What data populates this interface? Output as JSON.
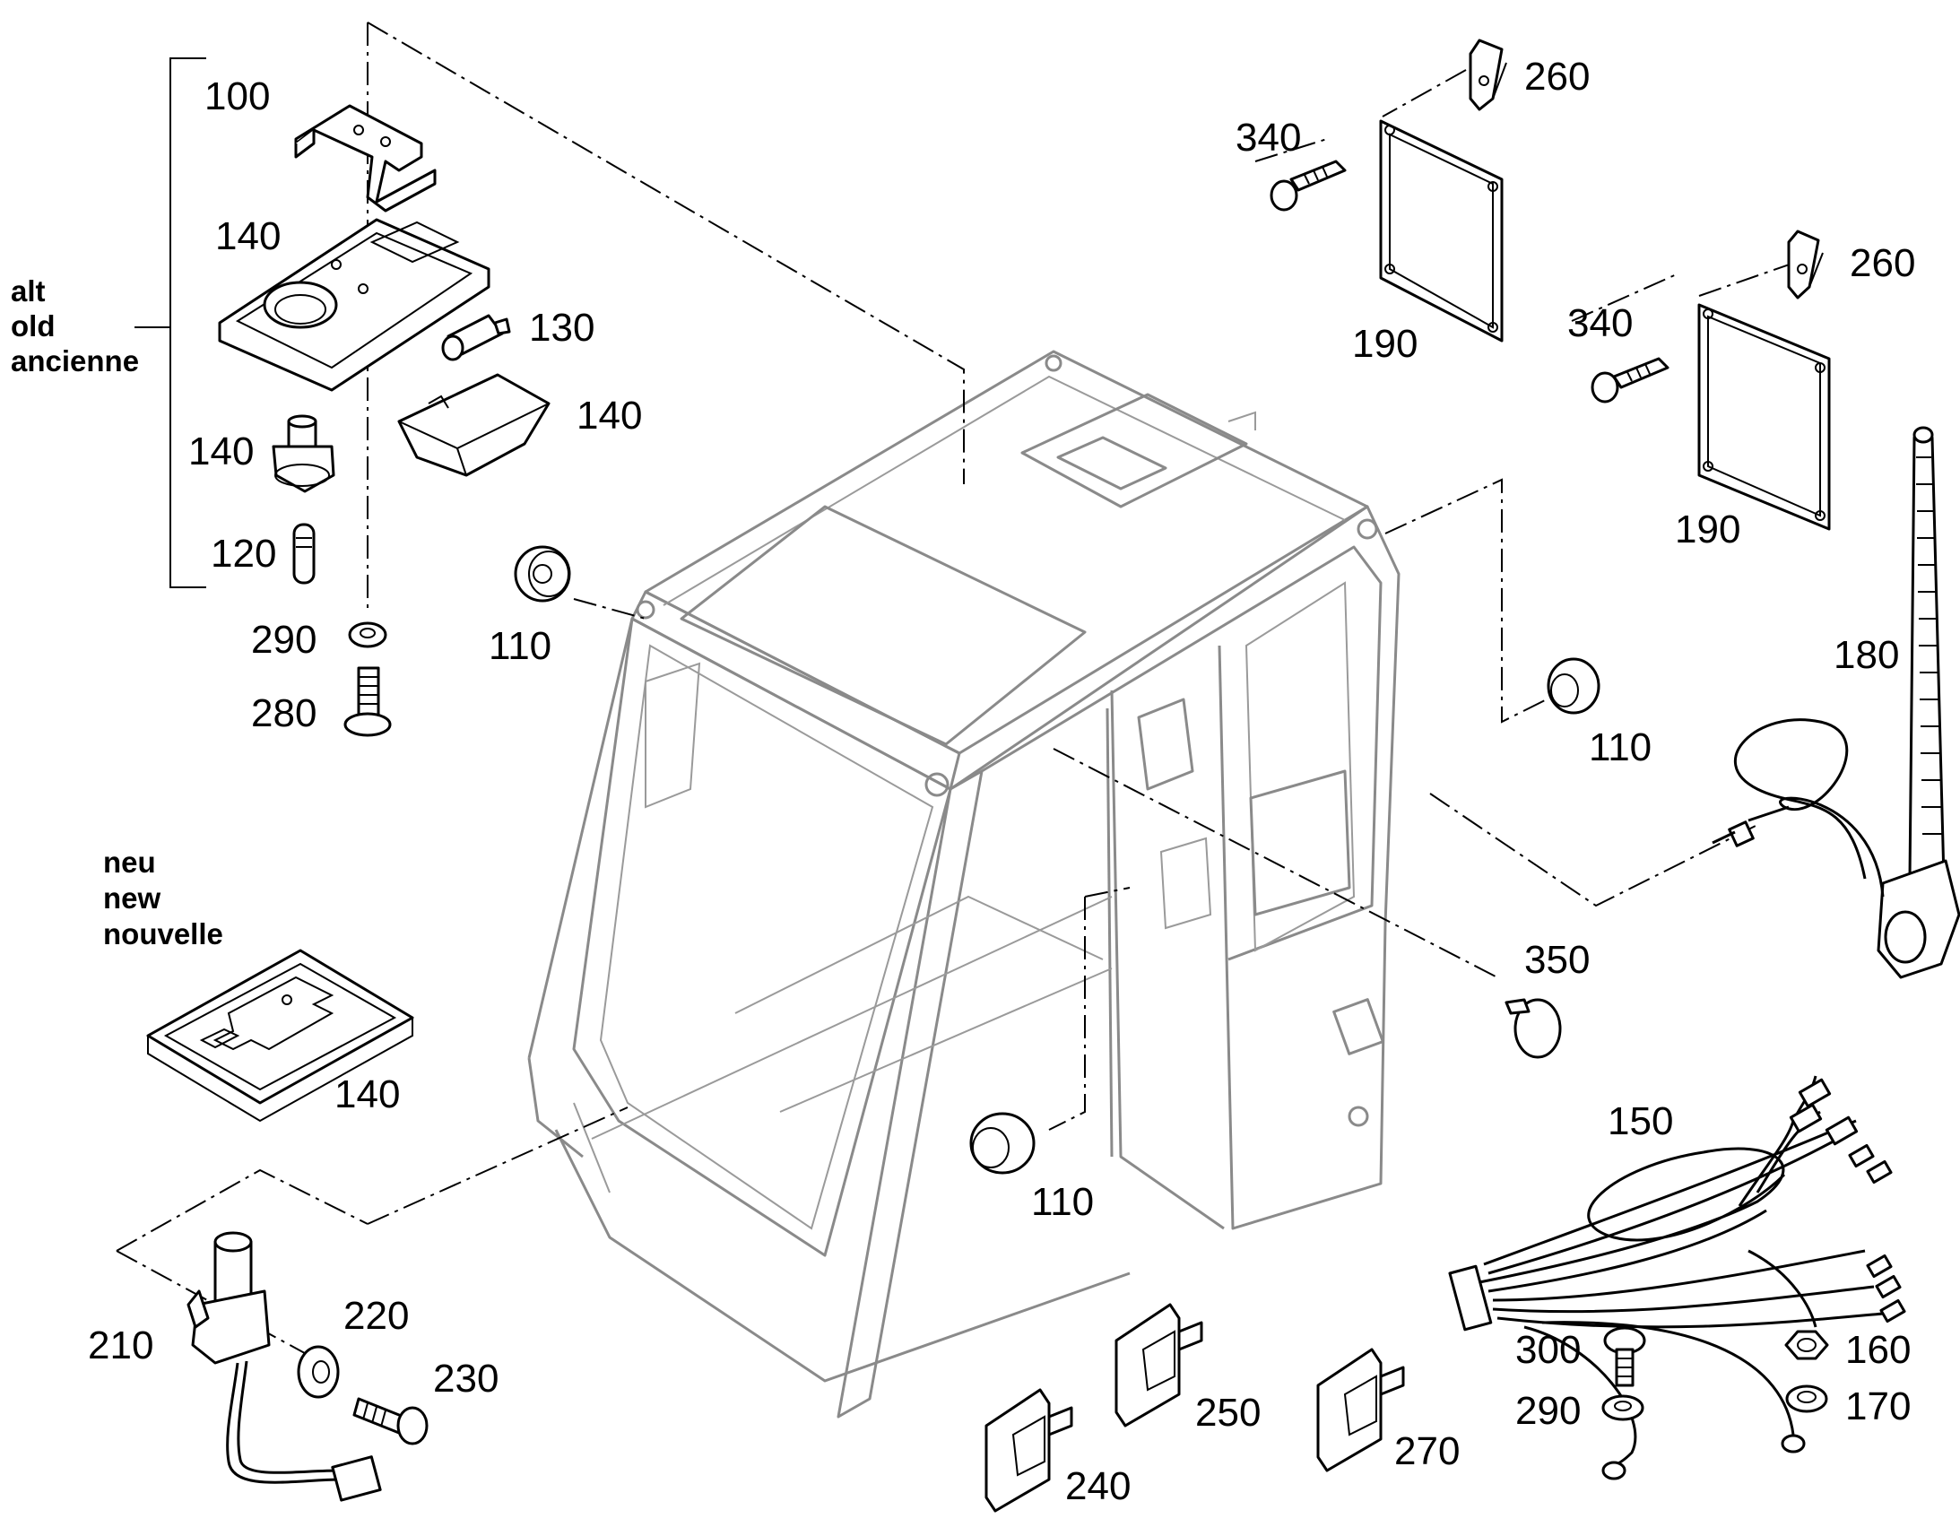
{
  "variant_notes": {
    "old": [
      "alt",
      "old",
      "ancienne"
    ],
    "new": [
      "neu",
      "new",
      "nouvelle"
    ]
  },
  "part_labels": {
    "p100": "100",
    "p140_lens": "140",
    "p130": "130",
    "p140_cover": "140",
    "p140_switch": "140",
    "p120": "120",
    "p290_top": "290",
    "p280": "280",
    "p110_left": "110",
    "p110_right": "110",
    "p110_bottom": "110",
    "p340_top": "340",
    "p260_top": "260",
    "p190_top": "190",
    "p340_mid": "340",
    "p260_mid": "260",
    "p190_mid": "190",
    "p180": "180",
    "p350": "350",
    "p140_new": "140",
    "p150": "150",
    "p210": "210",
    "p220": "220",
    "p230": "230",
    "p240": "240",
    "p250": "250",
    "p270": "270",
    "p300": "300",
    "p290_bottom": "290",
    "p160": "160",
    "p170": "170"
  }
}
